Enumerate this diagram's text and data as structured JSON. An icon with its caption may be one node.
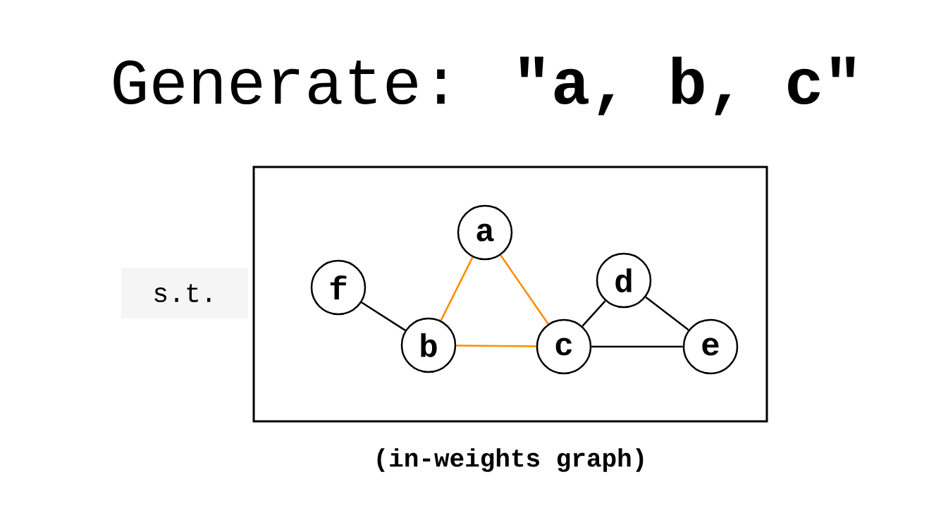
{
  "diagram": {
    "title": "Generate: **\"a, b, c\"**",
    "nodes": [
      {
        "text": [],
        "shape": "box",
        "beside": [
          "(in-weights graph)"
        ]
      },
      {
        "text": [
          "a"
        ],
        "in": 0
      },
      {
        "text": [
          "f"
        ],
        "in": 0
      },
      {
        "text": [
          "d"
        ],
        "in": 0
      },
      {
        "text": [
          "b"
        ],
        "in": 0
      },
      {
        "text": [
          "c"
        ],
        "in": 0
      },
      {
        "text": [
          "e"
        ],
        "in": 0
      }
    ],
    "edges": [
      {
        "from": 2,
        "to": 4,
        "arrow": "none"
      },
      {
        "from": 1,
        "to": 4,
        "arrow": "none",
        "color": "#ff8c00"
      },
      {
        "from": 1,
        "to": 5,
        "arrow": "none",
        "color": "#ff8c00"
      },
      {
        "from": 4,
        "to": 5,
        "arrow": "none",
        "color": "#ff8c00"
      },
      {
        "from": 5,
        "to": 3,
        "arrow": "none"
      },
      {
        "from": 3,
        "to": 6,
        "arrow": "none"
      },
      {
        "from": 5,
        "to": 6,
        "arrow": "none"
      }
    ],
    "labels": [
      "s.t."
    ]
  }
}
